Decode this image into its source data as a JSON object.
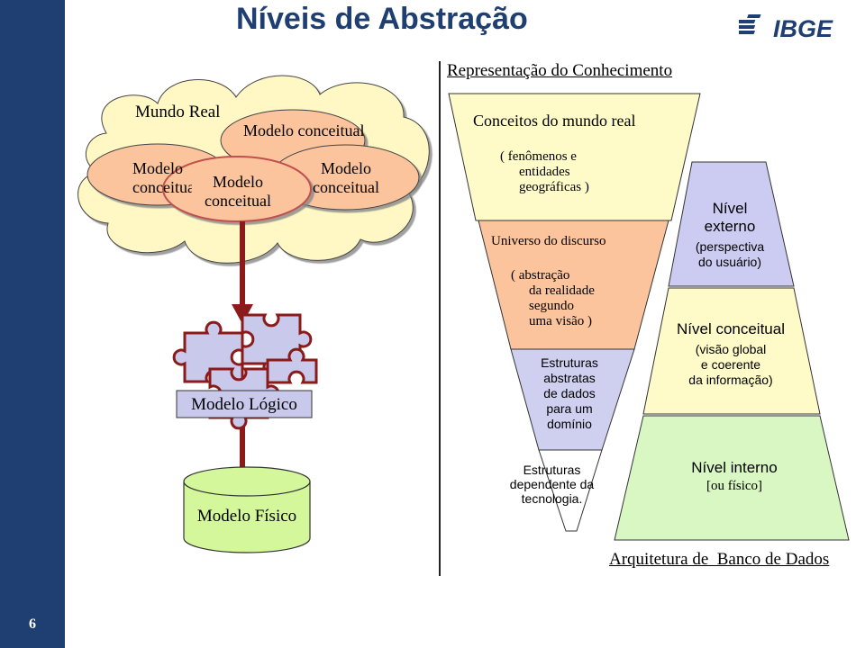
{
  "header": {
    "title": "Níveis de Abstração",
    "brand": "IBGE"
  },
  "slide_number": "6",
  "left": {
    "mundo_real": "Mundo Real",
    "modelo_conceitual_back": "Modelo conceitual",
    "modelo_conceitual_left": "Modelo conceitual",
    "modelo_conceitual_center": "Modelo conceitual",
    "modelo_conceitual_right": "Modelo conceitual",
    "modelo_logico": "Modelo Lógico",
    "modelo_fisico": "Modelo Físico"
  },
  "middle": {
    "title": "Representação do Conhecimento",
    "conceitos": "Conceitos do mundo real",
    "conceitos_desc": [
      "( fenômenos e",
      "entidades",
      "geográficas )"
    ],
    "universo": "Universo do discurso",
    "universo_desc": [
      "( abstração",
      "da realidade",
      "segundo",
      "uma visão )"
    ],
    "estruturas": [
      "Estruturas",
      "abstratas",
      "de dados",
      "para um",
      "domínio"
    ],
    "tecnologia": [
      "Estruturas",
      "dependente da",
      "tecnologia."
    ]
  },
  "right": {
    "externo_title": [
      "Nível",
      "externo"
    ],
    "externo_desc": [
      "(perspectiva",
      "do usuário)"
    ],
    "conceitual_title": "Nível conceitual",
    "conceitual_desc": [
      "(visão global",
      "e coerente",
      "da informação)"
    ],
    "interno_title": "Nível interno",
    "interno_desc": "[ou físico]",
    "footer": "Arquitetura de  Banco de Dados"
  },
  "colors": {
    "sidebar": "#1f3f73",
    "cloud": "#fff7c4",
    "orange": "#fbc49d",
    "puzzle": "#c9c9ec",
    "cylinder": "#d3f79a",
    "funnel_yellow": "#fffbc8",
    "funnel_orange": "#fbc49d",
    "funnel_lavender": "#cfcff0",
    "pyramid_lavender": "#ccccf2",
    "pyramid_yellow": "#fffbc8",
    "pyramid_green": "#d9f7c3",
    "arrow": "#8b1a1a"
  }
}
